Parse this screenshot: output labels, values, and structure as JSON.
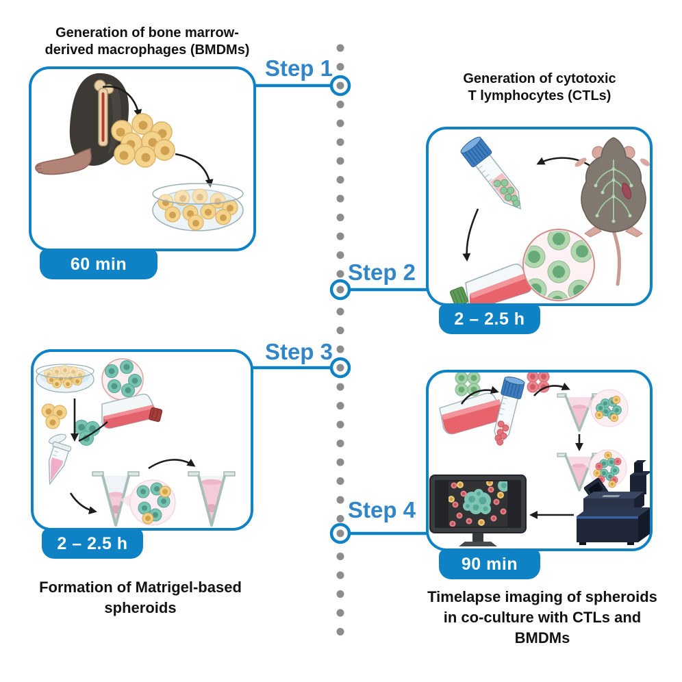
{
  "figure": {
    "kind": "experimental-protocol-workflow-diagram",
    "timeline": {
      "style": "vertical-dotted-line-with-step-nodes",
      "dot_color": "#8c8c8c",
      "accent_color": "#0e82c4",
      "node_count": 4
    },
    "steps": [
      {
        "label": "Step 1",
        "title": "Generation of bone marrow-\nderived macrophages (BMDMs)",
        "duration": "60 min",
        "title_position": "above-panel",
        "illustrations": [
          "mouse-hind-leg-with-femur-bone",
          "macrophage-cell-cluster",
          "petri-dish-with-macrophages"
        ]
      },
      {
        "label": "Step 2",
        "title": "Generation of cytotoxic\nT lymphocytes (CTLs)",
        "duration": "2 – 2.5 h",
        "title_position": "above-panel",
        "illustrations": [
          "falcon-tube-with-lymphocytes",
          "mouse-dorsal-view-with-lymphatics-and-spleen",
          "culture-flask-with-medium",
          "magnified-ctl-cells"
        ]
      },
      {
        "label": "Step 3",
        "title": "Formation of Matrigel-based\nspheroids",
        "duration": "2 – 2.5 h",
        "title_position": "below-panel",
        "illustrations": [
          "petri-dish-with-macrophages",
          "magnified-tumor-cells",
          "culture-flask-with-medium",
          "macrophage-cluster",
          "tumor-cell-cluster",
          "microcentrifuge-tube",
          "conical-well-with-cell-suspension",
          "magnified-spheroid-with-macrophages",
          "conical-well-with-spheroid"
        ]
      },
      {
        "label": "Step 4",
        "title": "Timelapse imaging of spheroids\nin co-culture with CTLs and\nBMDMs",
        "duration": "90 min",
        "title_position": "below-panel",
        "illustrations": [
          "culture-flask-with-medium",
          "ctl-cell-cluster",
          "falcon-tube-with-cells",
          "red-cell-cluster",
          "conical-well-with-spheroid",
          "magnified-spheroid",
          "conical-well-coculture",
          "magnified-coculture-spheroid",
          "live-cell-imaging-microscope",
          "monitor-with-timelapse-image"
        ]
      }
    ]
  },
  "colors": {
    "accent_blue": "#0e82c4",
    "step_label_blue": "#3285c8",
    "timeline_dot_gray": "#8c8c8c",
    "title_text": "#111111",
    "badge_text": "#ffffff",
    "macrophage_yellow": "#f4d38d",
    "ctl_green": "#b3d7b0",
    "tumor_teal": "#79c3b3",
    "red_cell": "#e7868c",
    "media_red": "#e8646c",
    "liquid_pink": "#f5cbd7"
  }
}
